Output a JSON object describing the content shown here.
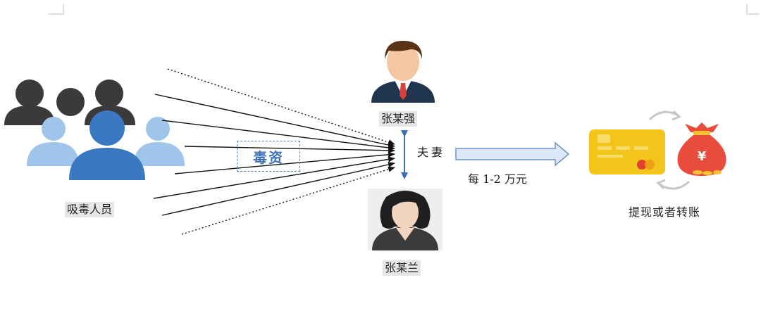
{
  "labels": {
    "drug_users": "吸毒人员",
    "drug_funds": "毒资",
    "husband": "张某强",
    "wife": "张某兰",
    "relation": "夫妻",
    "amount": "每 1-2 万元",
    "action": "提现或者转账"
  },
  "icons": {
    "crowd": "people-group-icon",
    "husband": "man-avatar-icon",
    "wife": "woman-avatar-icon",
    "card": "bank-card-icon",
    "bag": "money-bag-icon",
    "cycle": "circular-arrows-icon"
  },
  "colors": {
    "arrow_fill": "#dce7f7",
    "arrow_stroke": "#6f93c9",
    "card": "#f3c51a",
    "bag": "#e94b3c",
    "people_dark": "#3a3a3a",
    "people_blue": "#3b78c2",
    "people_light": "#9fc6ea"
  }
}
